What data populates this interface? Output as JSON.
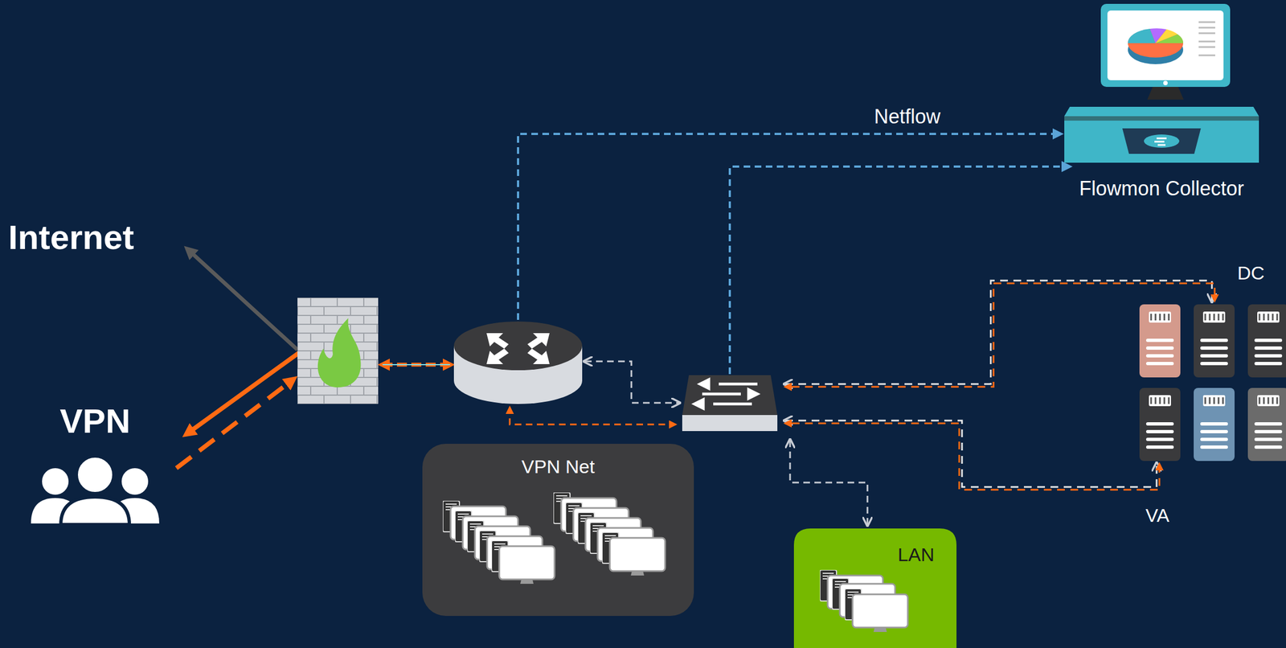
{
  "diagram": {
    "nodes": [
      {
        "text": [
          "Flowmon Collector"
        ]
      },
      {
        "text": [
          "VPN"
        ]
      },
      {
        "text": [
          "VPN Net"
        ]
      },
      {
        "text": [
          "LAN"
        ]
      }
    ],
    "labels": [
      "Netflow",
      "Internet",
      "DC",
      "VA"
    ]
  }
}
